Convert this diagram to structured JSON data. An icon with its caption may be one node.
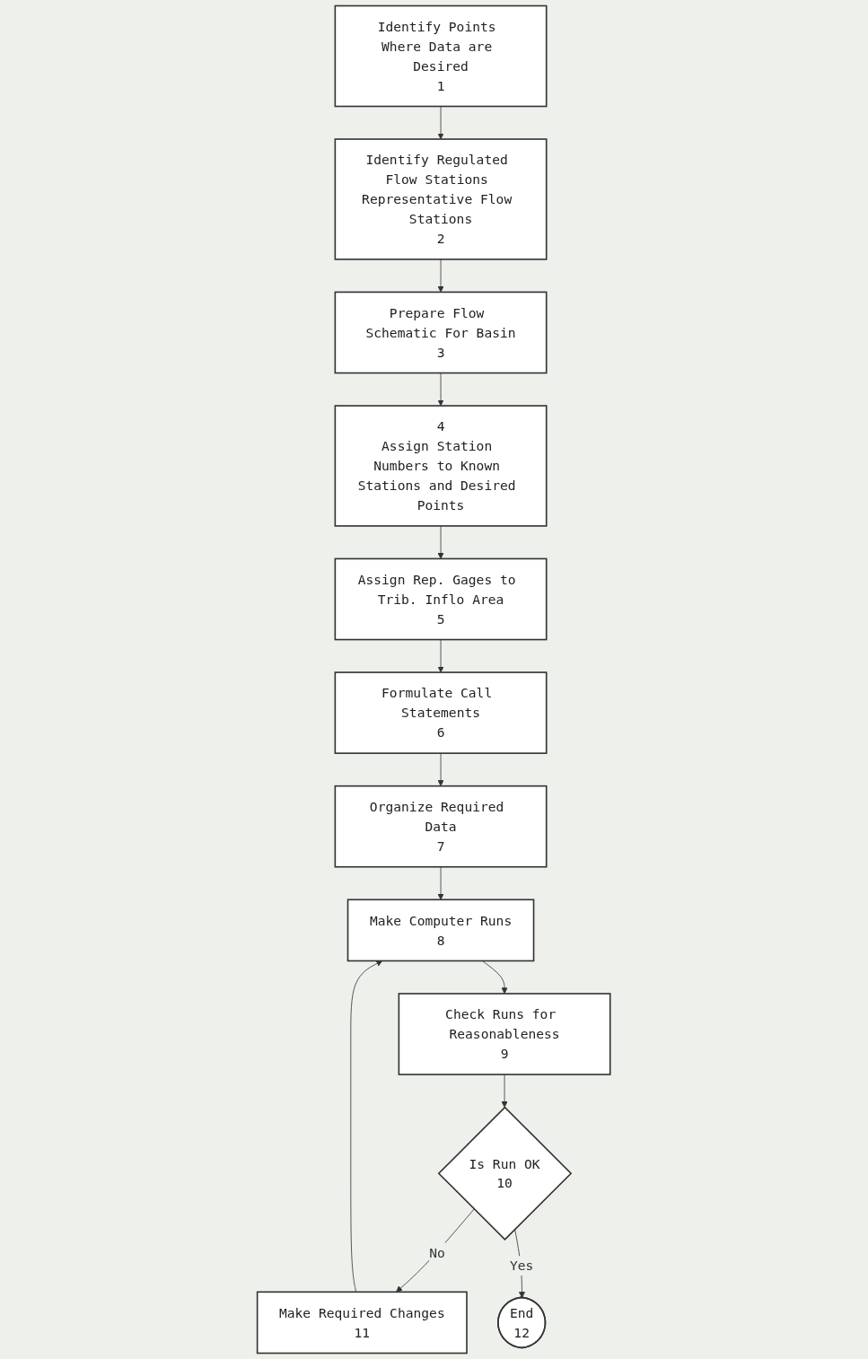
{
  "diagram": {
    "nodes": [
      {
        "text": [
          "Identify Points Where Data are Desired",
          "1"
        ]
      },
      {
        "text": [
          "Identify Regulated Flow Stations Representative Flow Stations",
          "2"
        ]
      },
      {
        "text": [
          "Prepare Flow Schematic For Basin",
          "3"
        ]
      },
      {
        "text": [
          "4",
          "Assign Station Numbers to Known Stations and Desired Points"
        ]
      },
      {
        "text": [
          "Assign Rep. Gages to Trib. Inflo Area",
          "5"
        ]
      },
      {
        "text": [
          "Formulate Call Statements",
          "6"
        ]
      },
      {
        "text": [
          "Organize Required Data",
          "7"
        ]
      },
      {
        "text": [
          "Make Computer Runs",
          "8"
        ]
      },
      {
        "text": [
          "Check Runs for Reasonableness",
          "9"
        ]
      },
      {
        "text": [
          "Is Run OK",
          "10"
        ]
      },
      {
        "text": [
          "Make Required Changes",
          "11"
        ]
      },
      {
        "text": [
          "End",
          "12"
        ]
      }
    ],
    "edges": [
      {
        "from": 0,
        "to": 1,
        "arrow": "to"
      },
      {
        "from": 1,
        "to": 2,
        "arrow": "to"
      },
      {
        "from": 2,
        "to": 3,
        "arrow": "to"
      },
      {
        "from": 3,
        "to": 4,
        "arrow": "to"
      },
      {
        "from": 4,
        "to": 5,
        "arrow": "to"
      },
      {
        "from": 5,
        "to": 6,
        "arrow": "to"
      },
      {
        "from": 6,
        "to": 7,
        "arrow": "to"
      },
      {
        "from": 7,
        "to": 8,
        "arrow": "to"
      },
      {
        "from": 8,
        "to": 9,
        "arrow": "to"
      },
      {
        "from": 9,
        "to": 10,
        "label": "No",
        "arrow": "to"
      },
      {
        "from": 10,
        "to": 7,
        "arrow": "to"
      },
      {
        "from": 9,
        "to": 11,
        "label": "Yes",
        "arrow": "to"
      }
    ]
  }
}
